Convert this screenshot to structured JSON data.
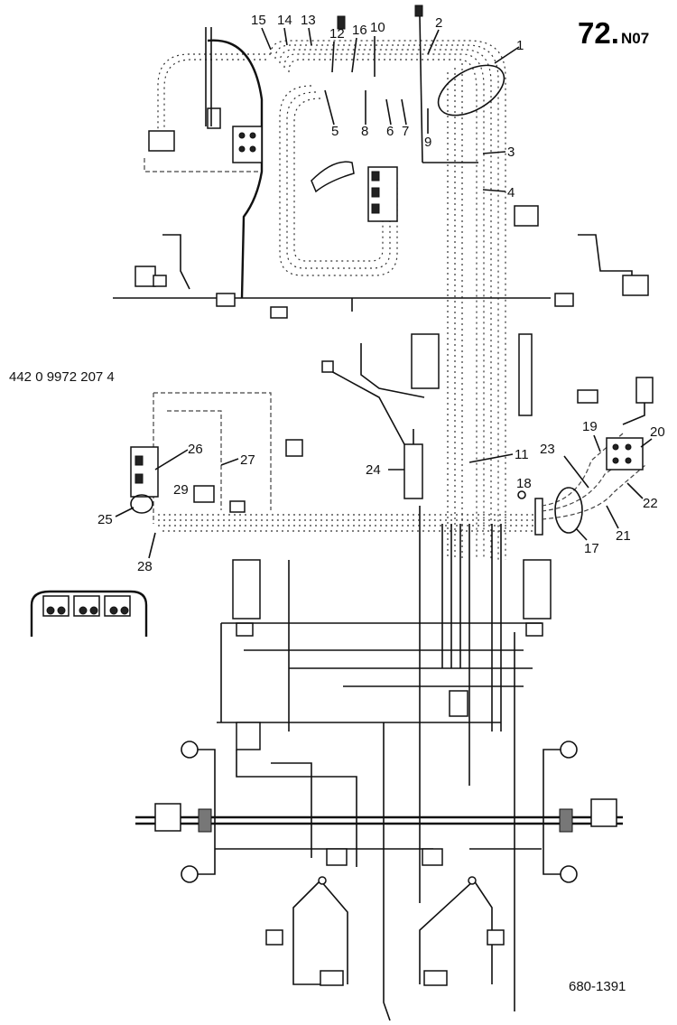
{
  "header": {
    "page_number": "72.",
    "page_suffix": "N07"
  },
  "part_number": "442 0 9972 207 4",
  "drawing_number": "680-1391",
  "callouts": [
    "1",
    "2",
    "3",
    "4",
    "5",
    "6",
    "7",
    "8",
    "9",
    "10",
    "11",
    "12",
    "13",
    "14",
    "15",
    "16",
    "17",
    "18",
    "19",
    "20",
    "21",
    "22",
    "23",
    "24",
    "25",
    "26",
    "27",
    "28",
    "29"
  ]
}
